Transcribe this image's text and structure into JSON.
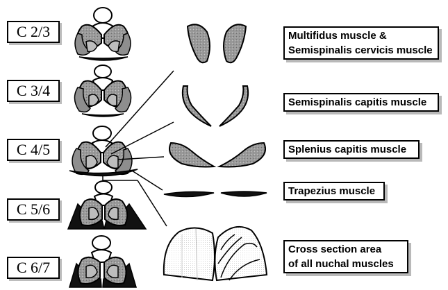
{
  "levels": [
    {
      "label": "C 2/3"
    },
    {
      "label": "C 3/4"
    },
    {
      "label": "C 4/5"
    },
    {
      "label": "C 5/6"
    },
    {
      "label": "C 6/7"
    }
  ],
  "muscles": {
    "multifidus": {
      "line1": "Multifidus muscle  &",
      "line2": "Semispinalis cervicis muscle"
    },
    "semispinalis_capitis": {
      "label": "Semispinalis capitis muscle"
    },
    "splenius_capitis": {
      "label": "Splenius capitis muscle"
    },
    "trapezius": {
      "label": "Trapezius muscle"
    },
    "cross_section": {
      "line1": "Cross section area",
      "line2": "of all nuchal muscles"
    }
  },
  "colors": {
    "stroke": "#000000",
    "muscle_fill": "#8e8e8e",
    "light_fill": "#f2f2f2",
    "vertebra_fill": "#ffffff",
    "trapezius_fill": "#111111",
    "shadow": "#bdbdbd"
  }
}
